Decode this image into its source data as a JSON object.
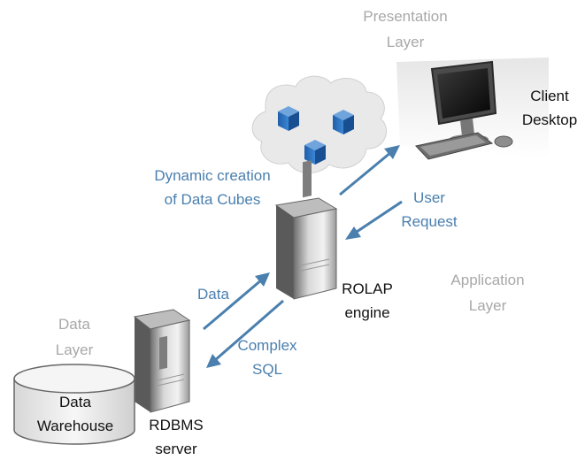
{
  "layers": {
    "presentation": [
      "Presentation",
      "Layer"
    ],
    "application": [
      "Application",
      "Layer"
    ],
    "data": [
      "Data",
      "Layer"
    ]
  },
  "client": [
    "Client",
    "Desktop"
  ],
  "rolap": [
    "ROLAP",
    "engine"
  ],
  "rdbms": [
    "RDBMS",
    "server"
  ],
  "warehouse": [
    "Data",
    "Warehouse"
  ],
  "flows": {
    "cubes": [
      "Dynamic creation",
      "of Data Cubes"
    ],
    "user_request": [
      "User",
      "Request"
    ],
    "data": "Data",
    "complex_sql": [
      "Complex",
      "SQL"
    ]
  },
  "colors": {
    "arrow": "#4a7fae",
    "label_gray": "#a8a8a8",
    "cube": "#2f6db5"
  }
}
